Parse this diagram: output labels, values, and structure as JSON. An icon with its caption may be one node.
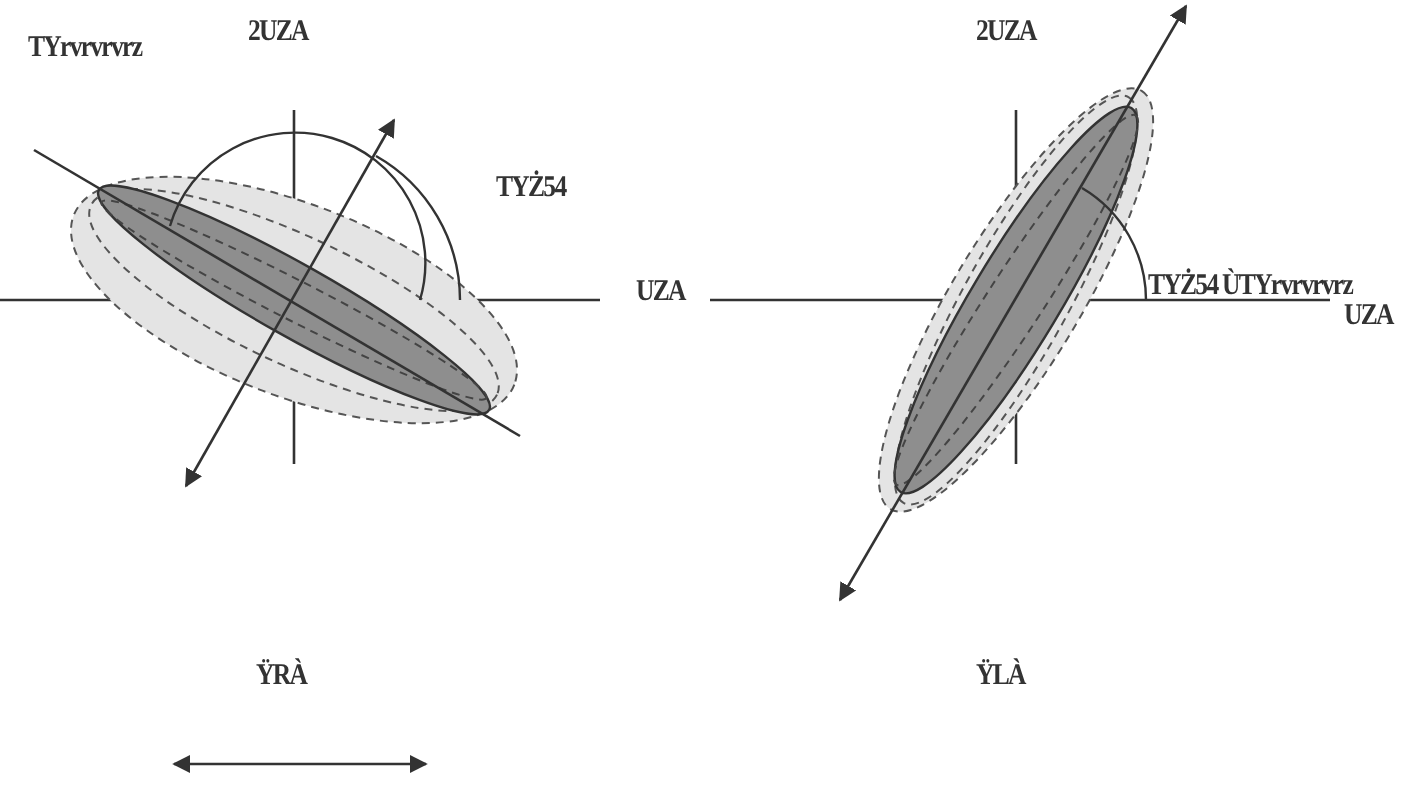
{
  "diagram": {
    "labels": [
      "TYrvrvrvrz",
      "2UZA",
      "2UZA",
      "TYŻ54",
      "TYŻ54 ÙTYrvrvrvrz",
      "UZA",
      "UZA",
      "ŸRÀ",
      "ŸLÀ"
    ]
  }
}
